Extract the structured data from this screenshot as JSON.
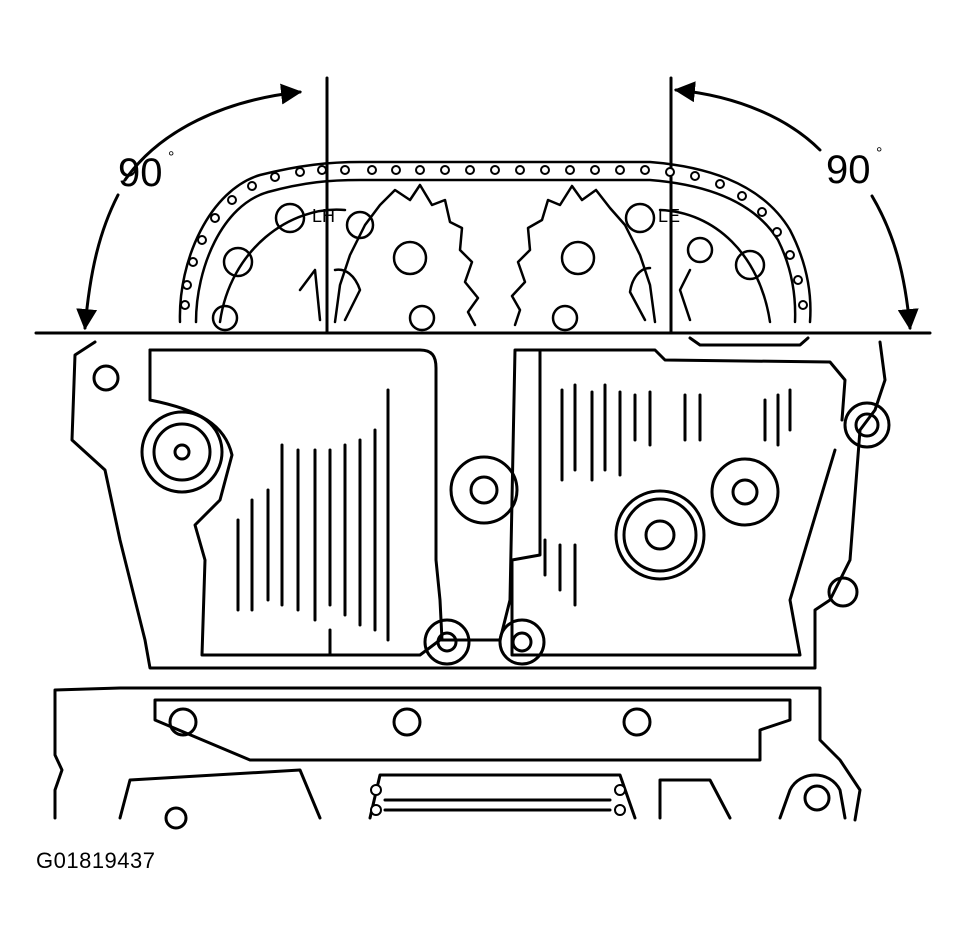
{
  "diagram": {
    "left_angle": {
      "value": "90",
      "unit": "°"
    },
    "right_angle": {
      "value": "90",
      "unit": "°"
    },
    "left_mark": "LH",
    "right_mark": "LE",
    "figure_id": "G01819437"
  }
}
